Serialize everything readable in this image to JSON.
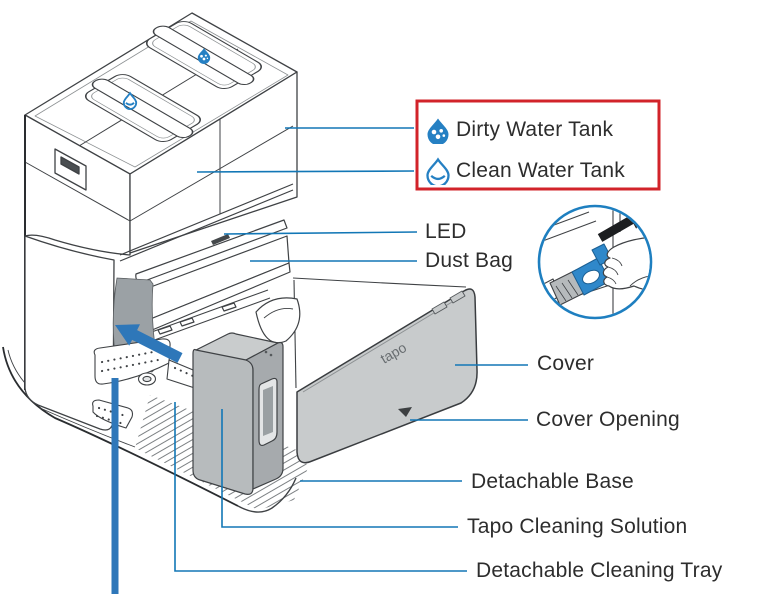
{
  "diagram": {
    "type": "product-parts-diagram",
    "subject": "robot vacuum cleaning station",
    "highlighted_group": {
      "items": [
        {
          "key": "dirty",
          "icon": "dirty-water-drop-icon"
        },
        {
          "key": "clean",
          "icon": "clean-water-drop-icon"
        }
      ]
    },
    "labels": {
      "dirty_water_tank": "Dirty Water Tank",
      "clean_water_tank": "Clean Water Tank",
      "led": "LED",
      "dust_bag": "Dust Bag",
      "cover": "Cover",
      "cover_opening": "Cover Opening",
      "detachable_base": "Detachable Base",
      "tapo_cleaning_solution": "Tapo Cleaning Solution",
      "detachable_cleaning_tray": "Detachable Cleaning Tray"
    },
    "cover_logo": "tapo",
    "colors": {
      "leader_line": "#1277b6",
      "highlight_box": "#d2232a",
      "accent_blue": "#2e77b9",
      "icon_blue": "#2580c3",
      "inset_ring": "#1e7fc0",
      "bag_blue": "#2f88ca",
      "text": "#2d2d2d"
    }
  }
}
